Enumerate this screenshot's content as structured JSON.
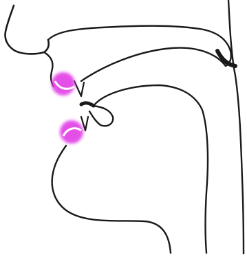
{
  "diagram": {
    "kind": "sagittal-section-vocal-tract",
    "view": "midsagittal",
    "facing": "left",
    "highlighted_articulators": [
      {
        "name": "upper-lip",
        "color": "#e23ee6"
      },
      {
        "name": "lower-lip",
        "color": "#e23ee6"
      }
    ],
    "outline_color": "#1a1a1a",
    "shading_color": "#111111"
  }
}
